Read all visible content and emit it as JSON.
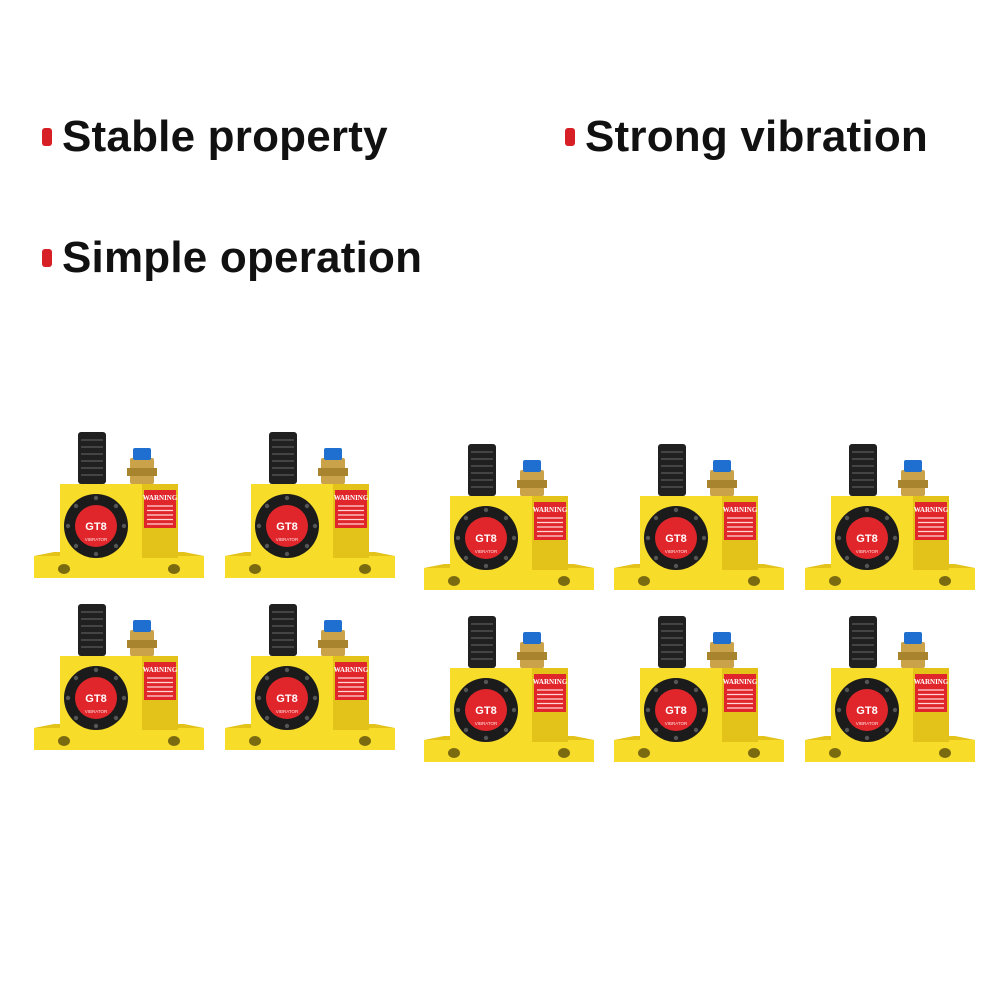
{
  "features": [
    {
      "label": "Stable property"
    },
    {
      "label": "Strong vibration"
    },
    {
      "label": "Simple operation"
    }
  ],
  "colors": {
    "bullet": "#d71f26",
    "body": "#f7dc2a",
    "body_shade": "#e3c21a",
    "label_red": "#e0262b",
    "dial_black": "#1b1b1b",
    "brass": "#c9a24a",
    "fitting_blue": "#1e6fd0"
  },
  "product": {
    "model": "GT8",
    "ring_text": "VIBRATOR",
    "warning_title": "WARNING",
    "unit_count": 10
  }
}
